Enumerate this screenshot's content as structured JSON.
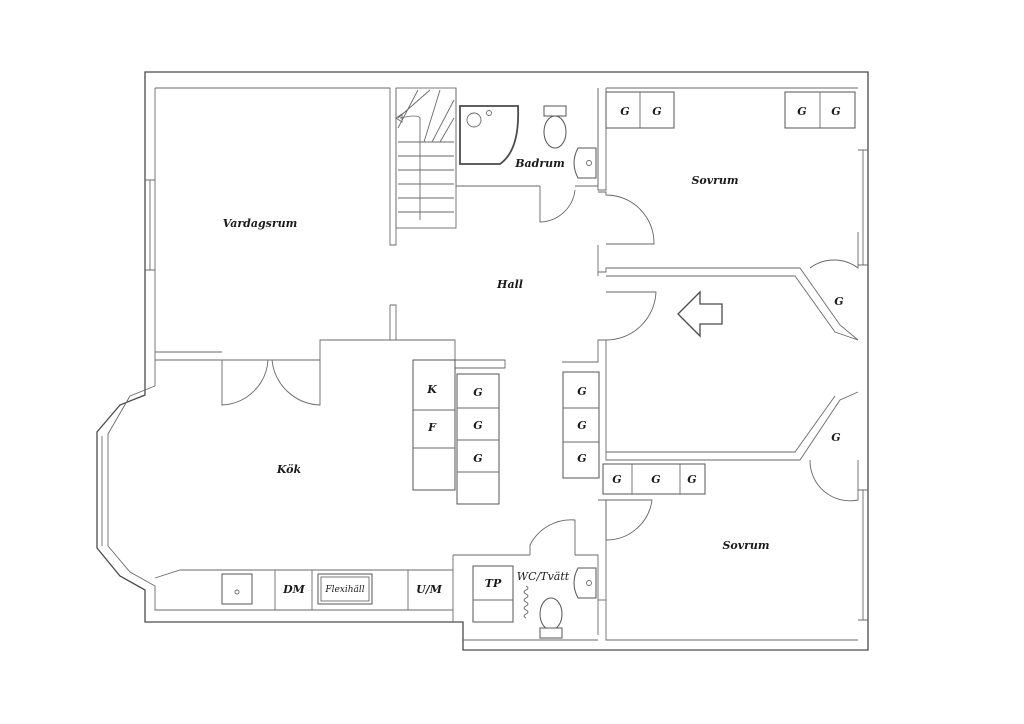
{
  "rooms": {
    "vardagsrum": "Vardagsrum",
    "badrum": "Badrum",
    "sovrum_top": "Sovrum",
    "hall": "Hall",
    "kok": "Kök",
    "sovrum_bottom": "Sovrum",
    "wc": "WC/Tvätt"
  },
  "fixtures": {
    "wardrobe": "G",
    "fridge": "K",
    "freezer": "F",
    "dishwasher": "DM",
    "cooktop": "Flexihäll",
    "oven": "U/M",
    "dryer": "TP"
  }
}
